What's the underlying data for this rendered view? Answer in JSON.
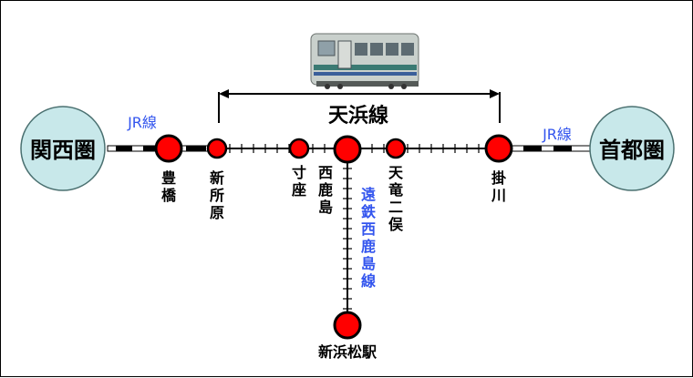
{
  "regions": {
    "left": "関西圏",
    "right": "首都圏"
  },
  "jr_line": {
    "left_label": "JR線",
    "right_label": "JR線",
    "label_color": "#3355ee"
  },
  "tenhama_line": {
    "name": "天浜線"
  },
  "branch_line": {
    "name": "遠鉄西鹿島線",
    "label_color": "#3355ee"
  },
  "stations": [
    {
      "id": "toyohashi",
      "name": "豊橋",
      "size": "large"
    },
    {
      "id": "shinjohara",
      "name": "新所原",
      "size": "small"
    },
    {
      "id": "suza",
      "name": "寸座",
      "size": "small"
    },
    {
      "id": "nishikajima",
      "name": "西鹿島",
      "size": "large"
    },
    {
      "id": "tenryufutamata",
      "name": "天竜二俣",
      "size": "small"
    },
    {
      "id": "kakegawa",
      "name": "掛川",
      "size": "large"
    },
    {
      "id": "shinhamamatsu",
      "name": "新浜松駅",
      "size": "large"
    }
  ],
  "colors": {
    "station_fill": "#ff0000",
    "station_stroke": "#000000",
    "region_fill": "#c8e8ea",
    "region_stroke": "#4a7070",
    "track": "#000000"
  },
  "icons": {
    "train": "train-car-icon"
  }
}
